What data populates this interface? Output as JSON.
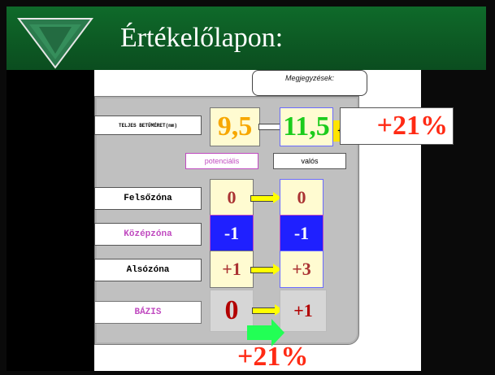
{
  "slide": {
    "title": "Értékelőlapon:",
    "note": {
      "label": "Megjegyzések:"
    },
    "header_labels": {
      "potential": "potenciális",
      "actual": "valós"
    },
    "rows": [
      {
        "label": "TELJES BETŰMÉRET(mm)",
        "potential": "9,5",
        "actual": "11,5",
        "change": "+21%"
      },
      {
        "label": "Felsőzóna",
        "potential": "0",
        "actual": "0"
      },
      {
        "label": "Középzóna",
        "potential": "-1",
        "actual": "-1"
      },
      {
        "label": "Alsózóna",
        "potential": "+1",
        "actual": "+3"
      },
      {
        "label": "BÁZIS",
        "potential": "0",
        "actual": "+1",
        "change": "+21%"
      }
    ],
    "mini_marks": {
      "plus": "+",
      "minus": "-"
    }
  },
  "colors": {
    "header_green": "#0f6a2a",
    "panel_gray": "#c0c0c0",
    "highlight_yellow": "#fffbd1",
    "arrow_yellow": "#ffff00",
    "accent_red": "#ff2a14",
    "blue_box": "#1f20ff",
    "green_arrow": "#22ff55",
    "purple_text": "#c04ac0"
  },
  "icons": [
    "triangle-logo-icon",
    "arrow-right-icon",
    "green-arrow-icon"
  ]
}
